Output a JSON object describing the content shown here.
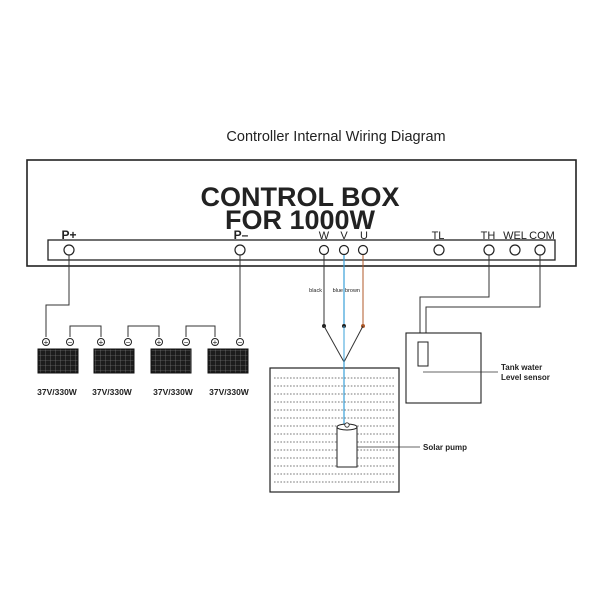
{
  "title": "Controller Internal Wiring Diagram",
  "box": {
    "line1": "CONTROL BOX",
    "line2": "FOR 1000W",
    "terminals": {
      "p_plus": "P+",
      "p_minus": "P–",
      "w": "W",
      "v": "V",
      "u": "U",
      "tl": "TL",
      "th": "TH",
      "wel": "WEL",
      "com": "COM"
    }
  },
  "wires": {
    "black": "black",
    "blue": "blue",
    "brown": "brown",
    "blue_color": "#3aa0d8",
    "brown_color": "#b05a2a"
  },
  "panels": [
    {
      "label": "37V/330W"
    },
    {
      "label": "37V/330W"
    },
    {
      "label": "37V/330W"
    },
    {
      "label": "37V/330W"
    }
  ],
  "polarity": {
    "plus": "+",
    "minus": "−"
  },
  "sensor": {
    "line1": "Tank water",
    "line2": "Level sensor"
  },
  "pump": {
    "label": "Solar pump"
  }
}
